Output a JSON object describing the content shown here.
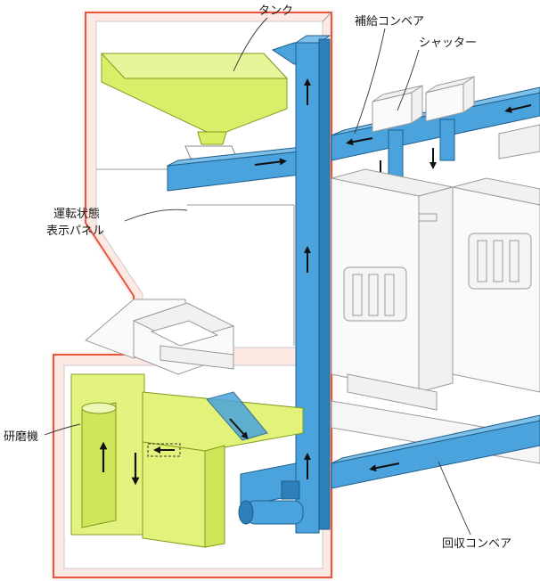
{
  "labels": {
    "tank": "タンク",
    "supply_conveyor": "補給コンベア",
    "shutter": "シャッター",
    "status_panel_line1": "運転状態",
    "status_panel_line2": "表示パネル",
    "polisher": "研磨機",
    "return_conveyor": "回収コンベア"
  },
  "colors": {
    "housing_fill": "#fde9e3",
    "housing_edge": "#e8553e",
    "conveyor_fill": "#4aa3dc",
    "conveyor_edge": "#1f5f8c",
    "tank_fill": "#d8ef63",
    "polisher_fill": "#e3f27a",
    "machine_line": "#9a9a9a",
    "arrow": "#111111"
  },
  "icons": {
    "flow_arrow": "arrow-glyph",
    "shutter_down": "down-arrow-glyph"
  }
}
